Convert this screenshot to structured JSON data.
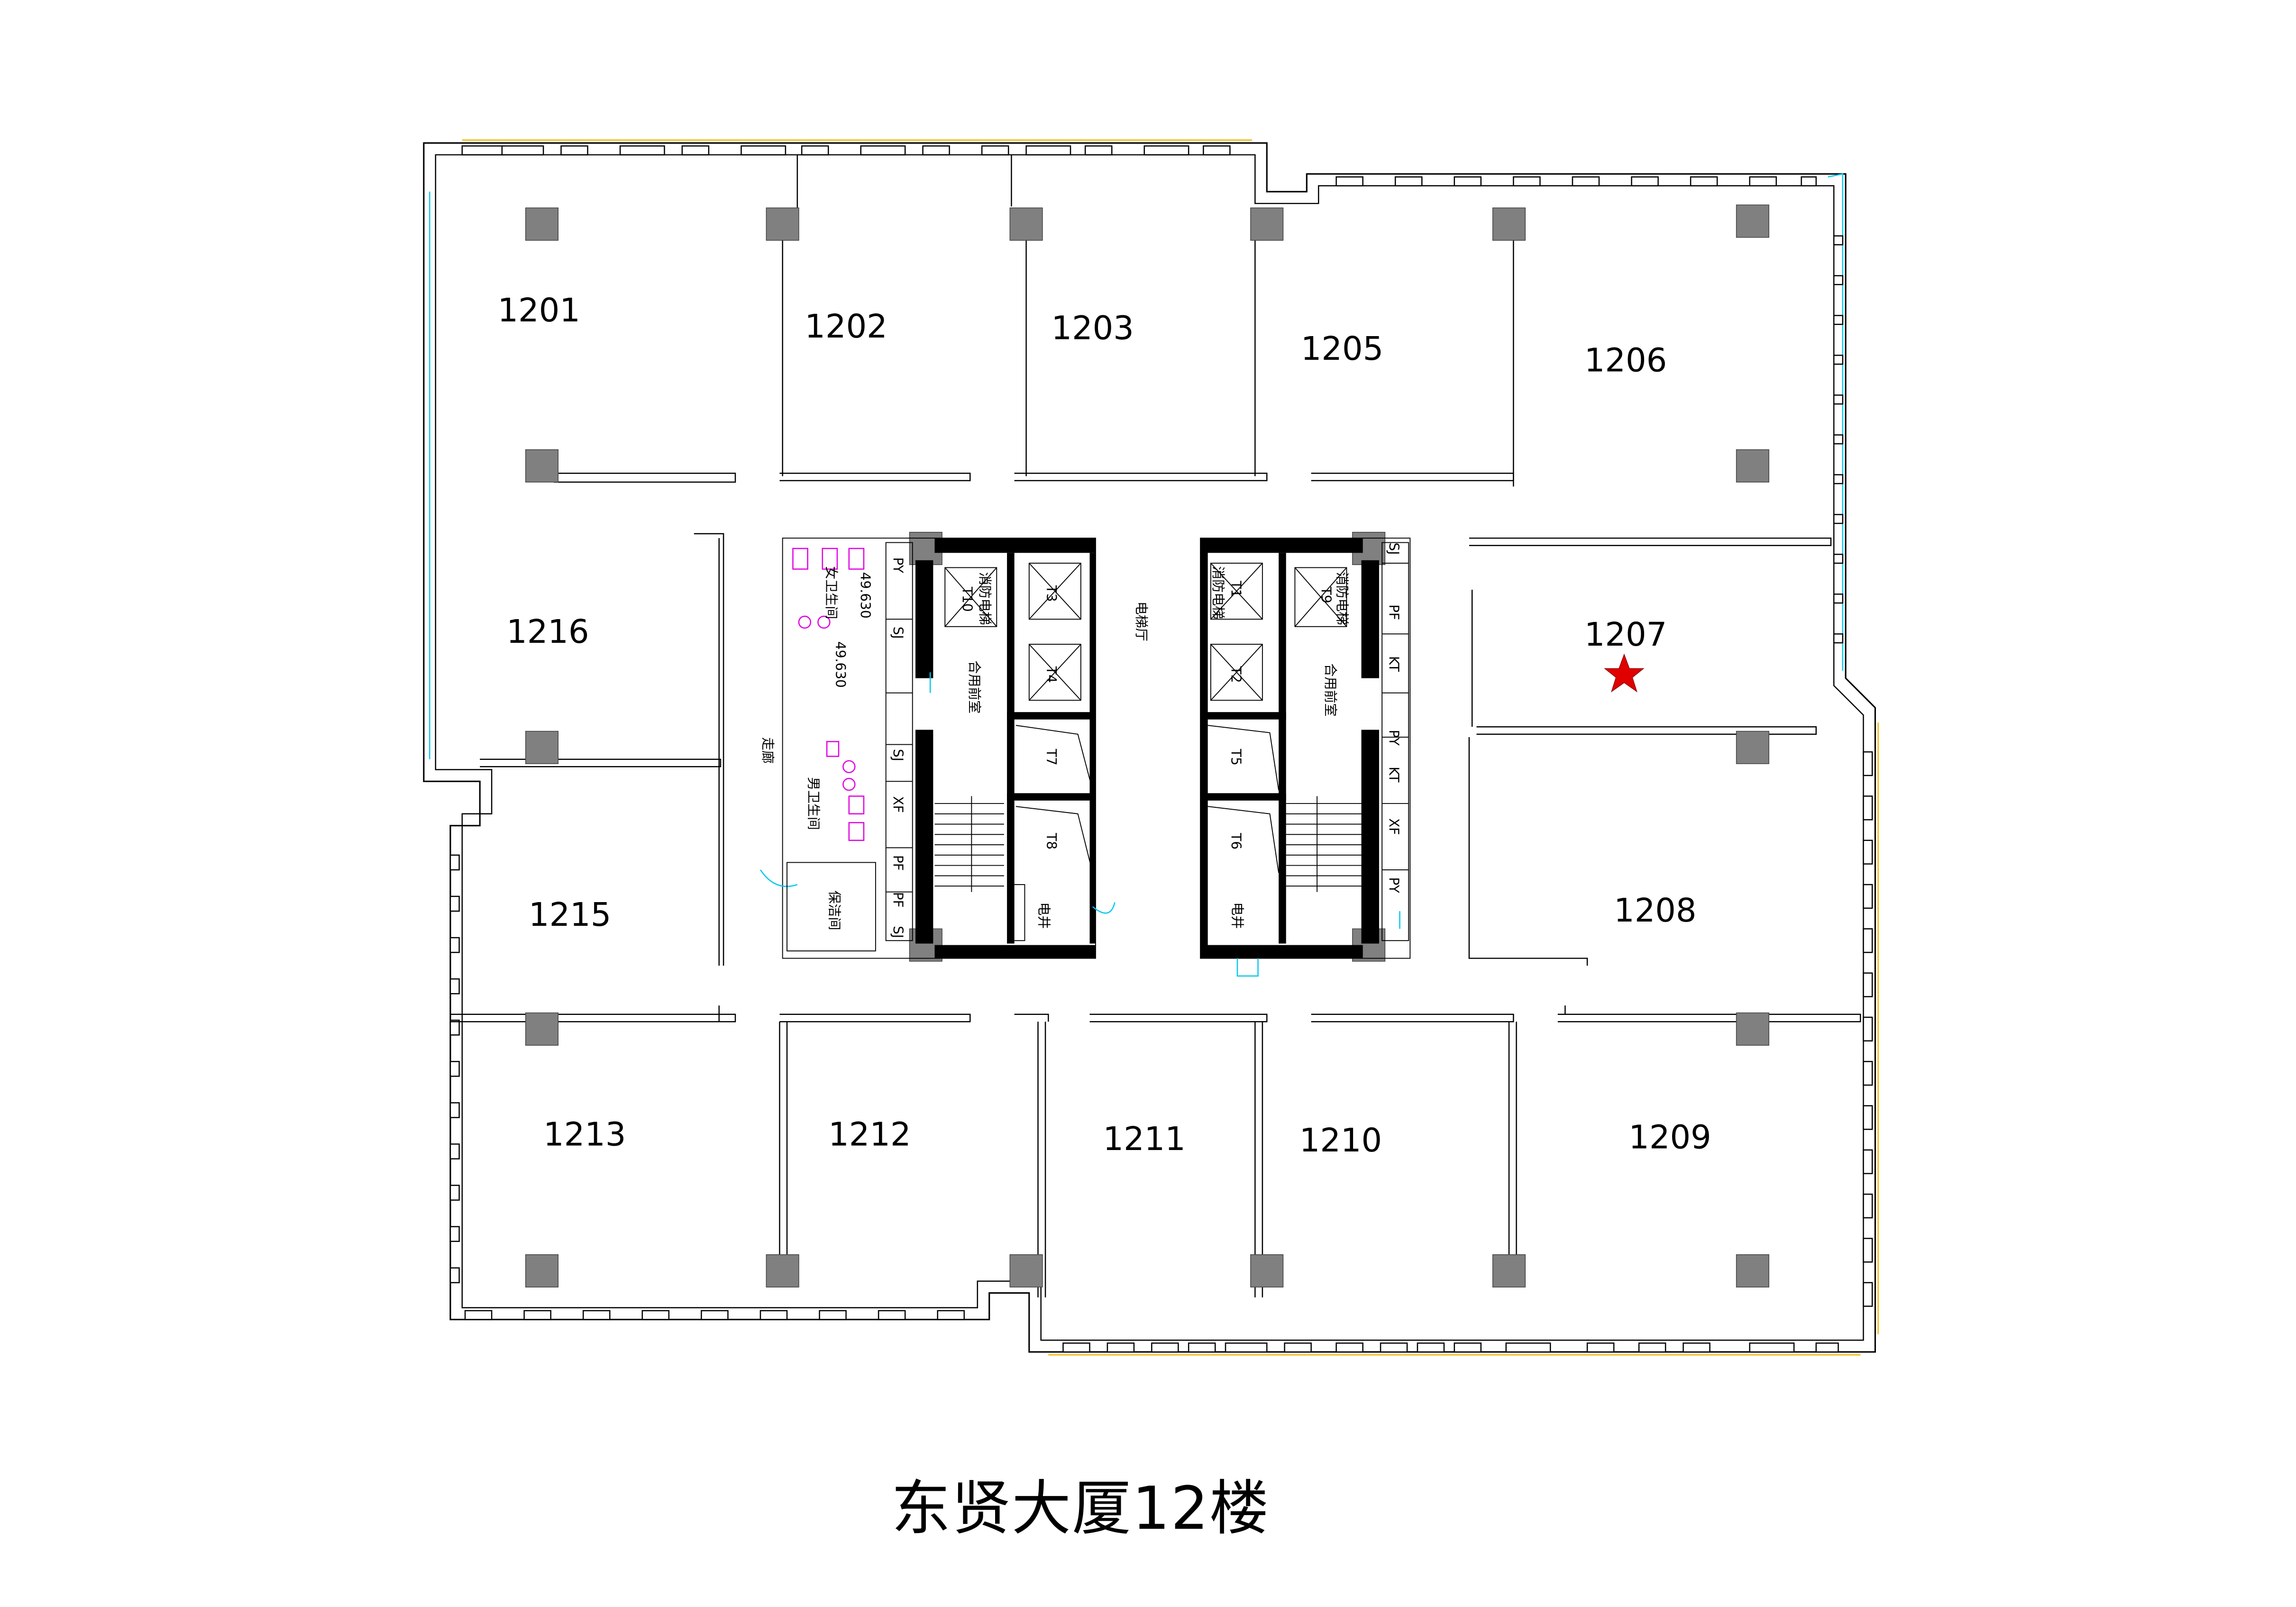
{
  "title": "东贤大厦12楼",
  "rooms": {
    "r1201": "1201",
    "r1202": "1202",
    "r1203": "1203",
    "r1205": "1205",
    "r1206": "1206",
    "r1207": "1207",
    "r1208": "1208",
    "r1209": "1209",
    "r1210": "1210",
    "r1211": "1211",
    "r1212": "1212",
    "r1213": "1213",
    "r1215": "1215",
    "r1216": "1216"
  },
  "marker": {
    "room": "1207",
    "icon": "star-icon",
    "color": "#e00000"
  },
  "core_left": {
    "elev_fire": "T10",
    "fire_label": "消防电梯",
    "elev_3": "T3",
    "elev_4": "T4",
    "elev_7": "T7",
    "elev_8": "T8",
    "lobby": "合用前室",
    "hall": "电梯厅",
    "corridor": "走廊",
    "wc_top": "女卫生间",
    "wc_bottom": "男卫生间",
    "level_1": "49.630",
    "level_2": "49.630",
    "janitor": "保洁间",
    "elec": "电井",
    "shafts": [
      "PY",
      "SJ",
      "SJ",
      "XF",
      "PF",
      "PF",
      "SJ"
    ]
  },
  "core_right": {
    "elev_1": "T1",
    "elev_9": "T9",
    "fire_label": "消防电梯",
    "fire_label_2": "消防电梯",
    "elev_2": "T2",
    "elev_5": "T5",
    "elev_6": "T6",
    "lobby": "合用前室",
    "elec": "电井",
    "shafts": [
      "SJ",
      "PF",
      "KT",
      "PY",
      "KT",
      "XF",
      "PY"
    ]
  }
}
